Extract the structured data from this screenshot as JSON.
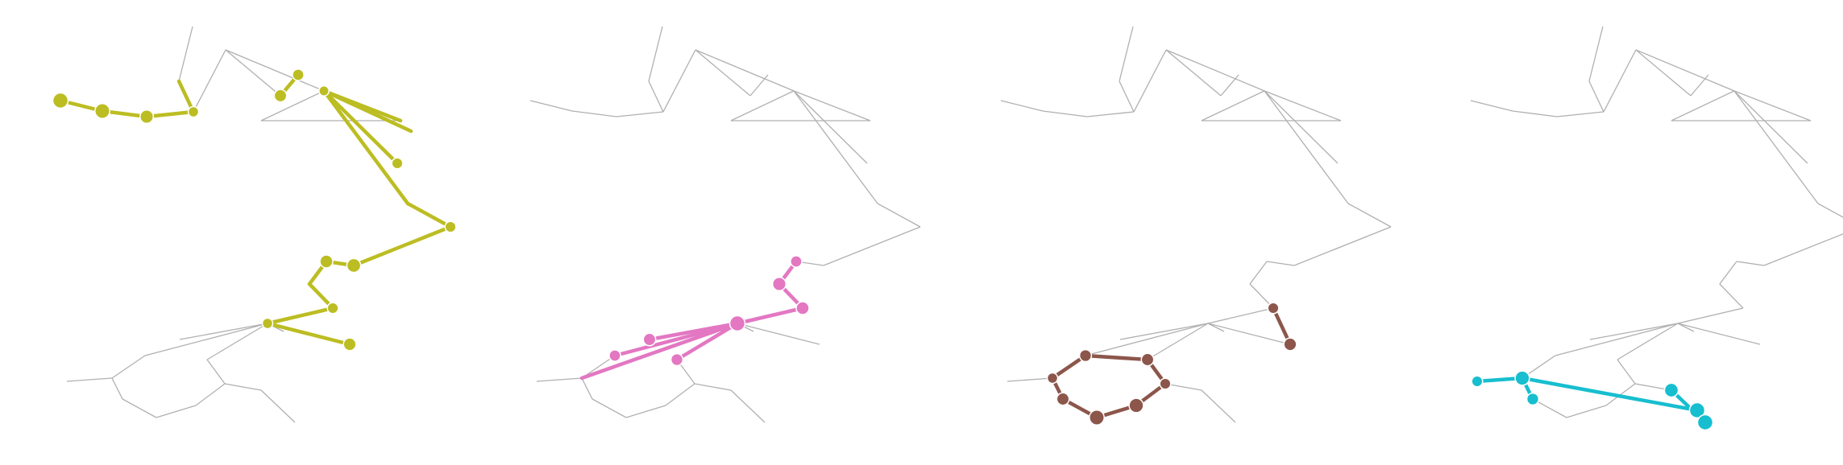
{
  "panels": [
    {
      "id": "panel-1",
      "color": "#bcbd22",
      "highlight_edges": [
        [
          0,
          1
        ],
        [
          1,
          2
        ],
        [
          2,
          3
        ],
        [
          3,
          4
        ],
        [
          7,
          8
        ],
        [
          9,
          11
        ],
        [
          9,
          12
        ],
        [
          9,
          13
        ],
        [
          9,
          14
        ],
        [
          14,
          15
        ],
        [
          15,
          16
        ],
        [
          16,
          17
        ],
        [
          17,
          18
        ],
        [
          18,
          19
        ],
        [
          19,
          20
        ],
        [
          20,
          21
        ]
      ],
      "highlight_nodes": [
        {
          "n": 0,
          "s": 1.0
        },
        {
          "n": 1,
          "s": 0.95
        },
        {
          "n": 2,
          "s": 0.8
        },
        {
          "n": 3,
          "s": 0.5
        },
        {
          "n": 7,
          "s": 0.7
        },
        {
          "n": 8,
          "s": 0.6
        },
        {
          "n": 9,
          "s": 0.45
        },
        {
          "n": 13,
          "s": 0.55
        },
        {
          "n": 15,
          "s": 0.55
        },
        {
          "n": 16,
          "s": 0.85
        },
        {
          "n": 17,
          "s": 0.75
        },
        {
          "n": 19,
          "s": 0.55
        },
        {
          "n": 20,
          "s": 0.5
        },
        {
          "n": 21,
          "s": 0.72
        }
      ]
    },
    {
      "id": "panel-2",
      "color": "#e377c2",
      "highlight_edges": [
        [
          17,
          18
        ],
        [
          18,
          19
        ],
        [
          19,
          20
        ],
        [
          20,
          23
        ],
        [
          20,
          24
        ],
        [
          20,
          25
        ],
        [
          20,
          26
        ]
      ],
      "highlight_nodes": [
        {
          "n": 17,
          "s": 0.6
        },
        {
          "n": 18,
          "s": 0.8
        },
        {
          "n": 19,
          "s": 0.75
        },
        {
          "n": 20,
          "s": 1.0
        },
        {
          "n": 23,
          "s": 0.7
        },
        {
          "n": 24,
          "s": 0.6
        },
        {
          "n": 26,
          "s": 0.65
        }
      ]
    },
    {
      "id": "panel-3",
      "color": "#8c564b",
      "highlight_edges": [
        [
          19,
          21
        ],
        [
          24,
          25
        ],
        [
          25,
          27
        ],
        [
          27,
          28
        ],
        [
          28,
          29
        ],
        [
          29,
          30
        ],
        [
          30,
          26
        ],
        [
          26,
          24
        ]
      ],
      "highlight_nodes": [
        {
          "n": 19,
          "s": 0.55
        },
        {
          "n": 21,
          "s": 0.72
        },
        {
          "n": 24,
          "s": 0.65
        },
        {
          "n": 25,
          "s": 0.5
        },
        {
          "n": 27,
          "s": 0.7
        },
        {
          "n": 28,
          "s": 0.95
        },
        {
          "n": 29,
          "s": 0.9
        },
        {
          "n": 30,
          "s": 0.55
        },
        {
          "n": 26,
          "s": 0.7
        }
      ]
    },
    {
      "id": "panel-4",
      "color": "#17becf",
      "highlight_edges": [
        [
          25,
          32
        ],
        [
          25,
          33
        ],
        [
          25,
          27
        ],
        [
          31,
          35
        ]
      ],
      "highlight_nodes": [
        {
          "n": 32,
          "s": 1.0
        },
        {
          "n": 25,
          "s": 0.9
        },
        {
          "n": 33,
          "s": 0.55
        },
        {
          "n": 27,
          "s": 0.65
        },
        {
          "n": 31,
          "s": 0.85
        },
        {
          "n": 35,
          "s": 1.0
        }
      ]
    }
  ]
}
